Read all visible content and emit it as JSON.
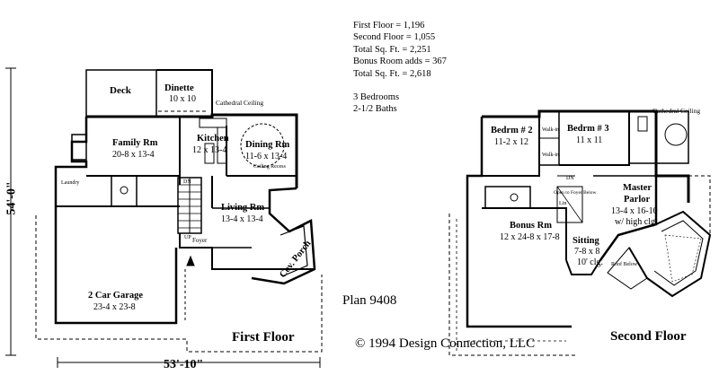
{
  "stats": {
    "first_floor": "First Floor = 1,196",
    "second_floor": "Second Floor = 1,055",
    "total": "Total Sq. Ft. = 2,251",
    "bonus": "Bonus Room adds = 367",
    "total_with_bonus": "Total Sq. Ft. = 2,618",
    "bedrooms": "3 Bedrooms",
    "baths": "2-1/2 Baths"
  },
  "plan_number": "Plan 9408",
  "copyright": "©   1994 Design Connection, LLC",
  "first_floor_label": "First Floor",
  "second_floor_label": "Second Floor",
  "dims": {
    "width": "53'-10\"",
    "depth": "54'-0\""
  },
  "first_floor": {
    "deck": "Deck",
    "dinette": {
      "name": "Dinette",
      "size": "10 x 10"
    },
    "cathedral": "Cathedral Ceiling",
    "family": {
      "name": "Family Rm",
      "size": "20-8 x 13-4"
    },
    "kitchen": {
      "name": "Kitchen",
      "size": "12 x 13-4"
    },
    "dining": {
      "name": "Dining Rm",
      "size": "11-6 x 13-4"
    },
    "ceiling_recess": "Ceiling Recess",
    "living": {
      "name": "Living Rm",
      "size": "13-4 x 13-4"
    },
    "laundry": "Laundry",
    "foyer": "Foyer",
    "porch": "Cov. Porch",
    "garage": {
      "name": "2 Car Garage",
      "size": "23-4 x 23-8"
    },
    "up": "UP",
    "dn": "DN"
  },
  "second_floor": {
    "bedrm2": {
      "name": "Bedrm # 2",
      "size": "11-2 x 12"
    },
    "bedrm3": {
      "name": "Bedrm # 3",
      "size": "11 x 11"
    },
    "walkin": "Walk-in",
    "cathedral": "Cathedral Ceiling",
    "master": {
      "name": "Master",
      "name2": "Parlor",
      "size": "13-4 x 16-10",
      "note": "w/ high clg."
    },
    "bonus": {
      "name": "Bonus Rm",
      "size": "12 x 24-8 x 17-8"
    },
    "sitting": {
      "name": "Sitting",
      "size": "7-8 x 8",
      "note": "10' clg."
    },
    "open_to_foyer": "Open to Foyer Below",
    "roof_below": "Roof Below",
    "lin": "Lin",
    "dn": "DN"
  }
}
